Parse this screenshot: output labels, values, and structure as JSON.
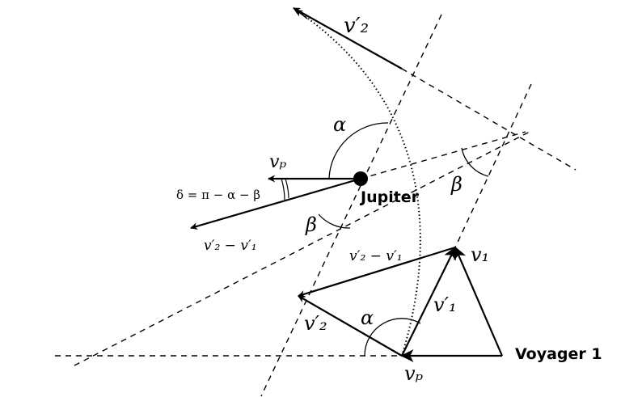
{
  "labels": {
    "v2_prime_top": "v′₂",
    "alpha_top": "α",
    "beta_right": "β",
    "vp_left": "vₚ",
    "delta_formula": "δ = π − α − β",
    "jupiter": "Jupiter",
    "beta_left": "β",
    "diff_left": "v′₂ − v′₁",
    "diff_mid": "v′₂ − v′₁",
    "v1": "v₁",
    "v1_prime": "v′₁",
    "v2_prime_bottom": "v′₂",
    "alpha_bottom": "α",
    "voyager": "Voyager 1",
    "vp_bottom": "vₚ"
  },
  "colors": {
    "ink": "#000000",
    "background": "#ffffff"
  }
}
